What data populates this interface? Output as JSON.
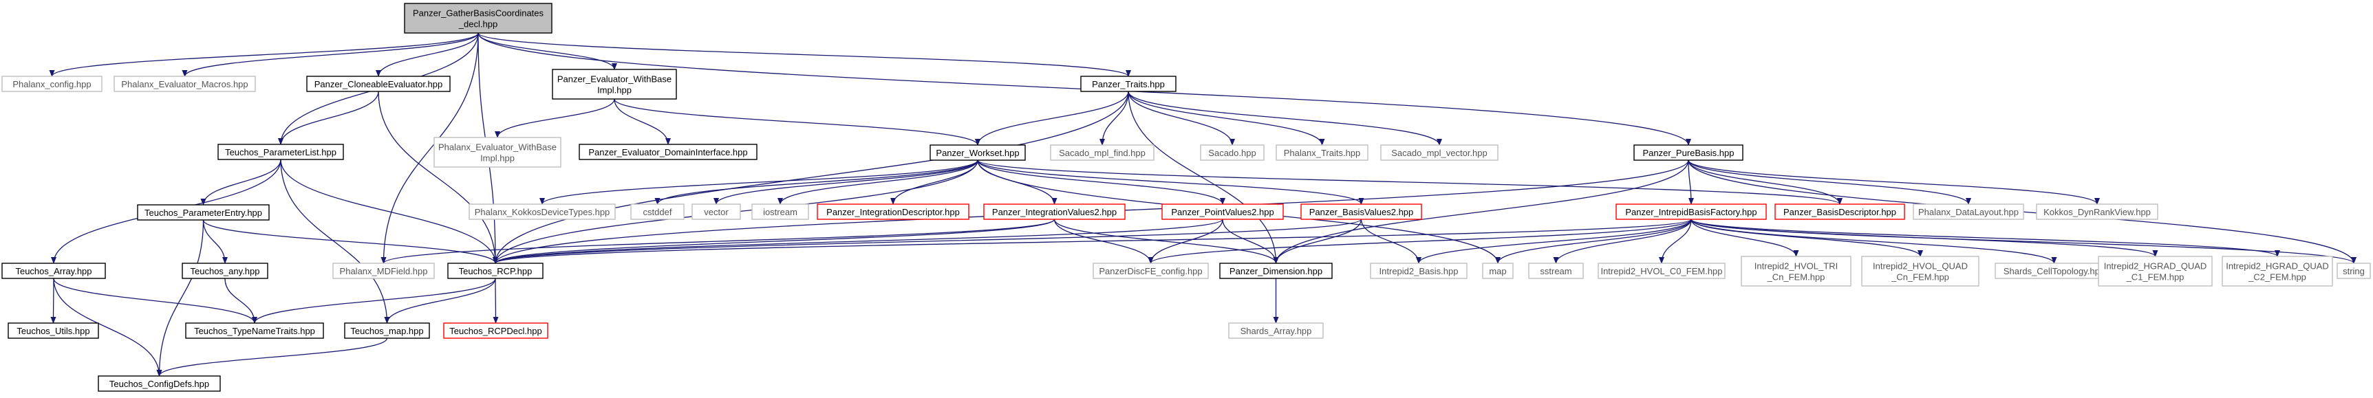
{
  "colors": {
    "edge_default": "#191970",
    "edge_strong": "#191970",
    "border_dark": "#000000",
    "border_light": "#bfbfbf",
    "border_red": "#ff0000",
    "text_dark": "#000000",
    "text_light": "#555555",
    "root_fill": "#bfbfbf"
  },
  "nodes": [
    {
      "id": "root",
      "label": "Panzer_GatherBasisCoordinates\n_decl.hpp",
      "style": "root"
    },
    {
      "id": "phalanx_config",
      "label": "Phalanx_config.hpp",
      "style": "light"
    },
    {
      "id": "phalanx_evaluator_macros",
      "label": "Phalanx_Evaluator_Macros.hpp",
      "style": "light"
    },
    {
      "id": "panzer_cloneable",
      "label": "Panzer_CloneableEvaluator.hpp",
      "style": "dark"
    },
    {
      "id": "panzer_eval_withbase",
      "label": "Panzer_Evaluator_WithBase\nImpl.hpp",
      "style": "dark"
    },
    {
      "id": "panzer_traits",
      "label": "Panzer_Traits.hpp",
      "style": "dark"
    },
    {
      "id": "panzer_purebasis",
      "label": "Panzer_PureBasis.hpp",
      "style": "dark"
    },
    {
      "id": "teuchos_paramlist",
      "label": "Teuchos_ParameterList.hpp",
      "style": "dark"
    },
    {
      "id": "phalanx_eval_withbase",
      "label": "Phalanx_Evaluator_WithBase\nImpl.hpp",
      "style": "light"
    },
    {
      "id": "panzer_eval_domain",
      "label": "Panzer_Evaluator_DomainInterface.hpp",
      "style": "dark"
    },
    {
      "id": "panzer_workset",
      "label": "Panzer_Workset.hpp",
      "style": "dark"
    },
    {
      "id": "sacado_mpl_find",
      "label": "Sacado_mpl_find.hpp",
      "style": "light"
    },
    {
      "id": "sacado",
      "label": "Sacado.hpp",
      "style": "light"
    },
    {
      "id": "phalanx_traits",
      "label": "Phalanx_Traits.hpp",
      "style": "light"
    },
    {
      "id": "sacado_mpl_vector",
      "label": "Sacado_mpl_vector.hpp",
      "style": "light"
    },
    {
      "id": "teuchos_paramentry",
      "label": "Teuchos_ParameterEntry.hpp",
      "style": "dark"
    },
    {
      "id": "phalanx_kokkos",
      "label": "Phalanx_KokkosDeviceTypes.hpp",
      "style": "light"
    },
    {
      "id": "cstddef",
      "label": "cstddef",
      "style": "light"
    },
    {
      "id": "vector",
      "label": "vector",
      "style": "light"
    },
    {
      "id": "iostream",
      "label": "iostream",
      "style": "light"
    },
    {
      "id": "panzer_integ_desc",
      "label": "Panzer_IntegrationDescriptor.hpp",
      "style": "red"
    },
    {
      "id": "panzer_integ_values2",
      "label": "Panzer_IntegrationValues2.hpp",
      "style": "red"
    },
    {
      "id": "panzer_point_values2",
      "label": "Panzer_PointValues2.hpp",
      "style": "red"
    },
    {
      "id": "panzer_basis_values2",
      "label": "Panzer_BasisValues2.hpp",
      "style": "red"
    },
    {
      "id": "panzer_intrepid_factory",
      "label": "Panzer_IntrepidBasisFactory.hpp",
      "style": "red"
    },
    {
      "id": "panzer_basis_desc",
      "label": "Panzer_BasisDescriptor.hpp",
      "style": "red"
    },
    {
      "id": "phalanx_datalayout",
      "label": "Phalanx_DataLayout.hpp",
      "style": "light"
    },
    {
      "id": "kokkos_dynrank",
      "label": "Kokkos_DynRankView.hpp",
      "style": "light"
    },
    {
      "id": "teuchos_array",
      "label": "Teuchos_Array.hpp",
      "style": "dark"
    },
    {
      "id": "teuchos_any",
      "label": "Teuchos_any.hpp",
      "style": "dark"
    },
    {
      "id": "phalanx_mdfield",
      "label": "Phalanx_MDField.hpp",
      "style": "light"
    },
    {
      "id": "teuchos_rcp",
      "label": "Teuchos_RCP.hpp",
      "style": "dark"
    },
    {
      "id": "panzer_discfe_config",
      "label": "PanzerDiscFE_config.hpp",
      "style": "light"
    },
    {
      "id": "panzer_dimension",
      "label": "Panzer_Dimension.hpp",
      "style": "dark"
    },
    {
      "id": "intrepid2_basis",
      "label": "Intrepid2_Basis.hpp",
      "style": "light"
    },
    {
      "id": "map1",
      "label": "map",
      "style": "light"
    },
    {
      "id": "sstream",
      "label": "sstream",
      "style": "light"
    },
    {
      "id": "intrepid2_hvol_c0",
      "label": "Intrepid2_HVOL_C0_FEM.hpp",
      "style": "light"
    },
    {
      "id": "intrepid2_hvol_tri",
      "label": "Intrepid2_HVOL_TRI\n_Cn_FEM.hpp",
      "style": "light"
    },
    {
      "id": "intrepid2_hvol_quad",
      "label": "Intrepid2_HVOL_QUAD\n_Cn_FEM.hpp",
      "style": "light"
    },
    {
      "id": "shards_celltopo",
      "label": "Shards_CellTopology.hpp",
      "style": "light"
    },
    {
      "id": "intrepid2_hgrad_c1",
      "label": "Intrepid2_HGRAD_QUAD\n_C1_FEM.hpp",
      "style": "light"
    },
    {
      "id": "intrepid2_hgrad_c2",
      "label": "Intrepid2_HGRAD_QUAD\n_C2_FEM.hpp",
      "style": "light"
    },
    {
      "id": "string",
      "label": "string",
      "style": "light"
    },
    {
      "id": "teuchos_utils",
      "label": "Teuchos_Utils.hpp",
      "style": "dark"
    },
    {
      "id": "teuchos_typename",
      "label": "Teuchos_TypeNameTraits.hpp",
      "style": "dark"
    },
    {
      "id": "teuchos_map",
      "label": "Teuchos_map.hpp",
      "style": "dark"
    },
    {
      "id": "teuchos_rcpdecl",
      "label": "Teuchos_RCPDecl.hpp",
      "style": "red"
    },
    {
      "id": "shards_array",
      "label": "Shards_Array.hpp",
      "style": "light"
    },
    {
      "id": "teuchos_configdefs",
      "label": "Teuchos_ConfigDefs.hpp",
      "style": "dark"
    }
  ],
  "edges": [
    [
      "root",
      "phalanx_config"
    ],
    [
      "root",
      "phalanx_evaluator_macros"
    ],
    [
      "root",
      "panzer_cloneable"
    ],
    [
      "root",
      "panzer_eval_withbase"
    ],
    [
      "root",
      "panzer_traits"
    ],
    [
      "root",
      "panzer_purebasis"
    ],
    [
      "root",
      "teuchos_paramlist"
    ],
    [
      "root",
      "phalanx_mdfield"
    ],
    [
      "root",
      "teuchos_rcp"
    ],
    [
      "panzer_cloneable",
      "teuchos_paramlist"
    ],
    [
      "panzer_cloneable",
      "teuchos_rcp"
    ],
    [
      "panzer_eval_withbase",
      "phalanx_eval_withbase"
    ],
    [
      "panzer_eval_withbase",
      "panzer_eval_domain"
    ],
    [
      "panzer_eval_withbase",
      "panzer_workset"
    ],
    [
      "panzer_traits",
      "panzer_workset"
    ],
    [
      "panzer_traits",
      "sacado_mpl_find"
    ],
    [
      "panzer_traits",
      "sacado"
    ],
    [
      "panzer_traits",
      "phalanx_traits"
    ],
    [
      "panzer_traits",
      "sacado_mpl_vector"
    ],
    [
      "panzer_traits",
      "teuchos_rcp"
    ],
    [
      "panzer_traits",
      "panzer_dimension"
    ],
    [
      "panzer_purebasis",
      "teuchos_rcp"
    ],
    [
      "panzer_purebasis",
      "panzer_intrepid_factory"
    ],
    [
      "panzer_purebasis",
      "panzer_basis_desc"
    ],
    [
      "panzer_purebasis",
      "phalanx_datalayout"
    ],
    [
      "panzer_purebasis",
      "kokkos_dynrank"
    ],
    [
      "panzer_purebasis",
      "string"
    ],
    [
      "panzer_purebasis",
      "panzer_dimension"
    ],
    [
      "teuchos_paramlist",
      "teuchos_paramentry"
    ],
    [
      "teuchos_paramlist",
      "teuchos_array"
    ],
    [
      "teuchos_paramlist",
      "teuchos_rcp"
    ],
    [
      "teuchos_paramlist",
      "teuchos_map"
    ],
    [
      "panzer_workset",
      "phalanx_kokkos"
    ],
    [
      "panzer_workset",
      "cstddef"
    ],
    [
      "panzer_workset",
      "vector"
    ],
    [
      "panzer_workset",
      "iostream"
    ],
    [
      "panzer_workset",
      "panzer_integ_desc"
    ],
    [
      "panzer_workset",
      "panzer_integ_values2"
    ],
    [
      "panzer_workset",
      "panzer_point_values2"
    ],
    [
      "panzer_workset",
      "panzer_basis_values2"
    ],
    [
      "panzer_workset",
      "panzer_basis_desc"
    ],
    [
      "panzer_workset",
      "map1"
    ],
    [
      "panzer_workset",
      "teuchos_rcp"
    ],
    [
      "teuchos_paramentry",
      "teuchos_any"
    ],
    [
      "teuchos_paramentry",
      "teuchos_rcp"
    ],
    [
      "teuchos_paramentry",
      "teuchos_configdefs"
    ],
    [
      "panzer_integ_values2",
      "teuchos_rcp"
    ],
    [
      "panzer_integ_values2",
      "phalanx_mdfield"
    ],
    [
      "panzer_integ_values2",
      "panzer_discfe_config"
    ],
    [
      "panzer_integ_values2",
      "panzer_dimension"
    ],
    [
      "panzer_point_values2",
      "teuchos_rcp"
    ],
    [
      "panzer_point_values2",
      "panzer_discfe_config"
    ],
    [
      "panzer_point_values2",
      "panzer_dimension"
    ],
    [
      "panzer_basis_values2",
      "teuchos_rcp"
    ],
    [
      "panzer_basis_values2",
      "intrepid2_basis"
    ],
    [
      "panzer_basis_values2",
      "panzer_dimension"
    ],
    [
      "panzer_intrepid_factory",
      "teuchos_rcp"
    ],
    [
      "panzer_intrepid_factory",
      "panzer_discfe_config"
    ],
    [
      "panzer_intrepid_factory",
      "intrepid2_basis"
    ],
    [
      "panzer_intrepid_factory",
      "map1"
    ],
    [
      "panzer_intrepid_factory",
      "sstream"
    ],
    [
      "panzer_intrepid_factory",
      "intrepid2_hvol_c0"
    ],
    [
      "panzer_intrepid_factory",
      "intrepid2_hvol_tri"
    ],
    [
      "panzer_intrepid_factory",
      "intrepid2_hvol_quad"
    ],
    [
      "panzer_intrepid_factory",
      "shards_celltopo"
    ],
    [
      "panzer_intrepid_factory",
      "intrepid2_hgrad_c1"
    ],
    [
      "panzer_intrepid_factory",
      "intrepid2_hgrad_c2"
    ],
    [
      "panzer_intrepid_factory",
      "string"
    ],
    [
      "teuchos_array",
      "teuchos_utils"
    ],
    [
      "teuchos_array",
      "teuchos_typename"
    ],
    [
      "teuchos_array",
      "teuchos_configdefs"
    ],
    [
      "teuchos_any",
      "teuchos_typename"
    ],
    [
      "teuchos_rcp",
      "teuchos_typename"
    ],
    [
      "teuchos_rcp",
      "teuchos_map"
    ],
    [
      "teuchos_rcp",
      "teuchos_rcpdecl"
    ],
    [
      "teuchos_map",
      "teuchos_configdefs"
    ],
    [
      "panzer_dimension",
      "shards_array"
    ]
  ]
}
